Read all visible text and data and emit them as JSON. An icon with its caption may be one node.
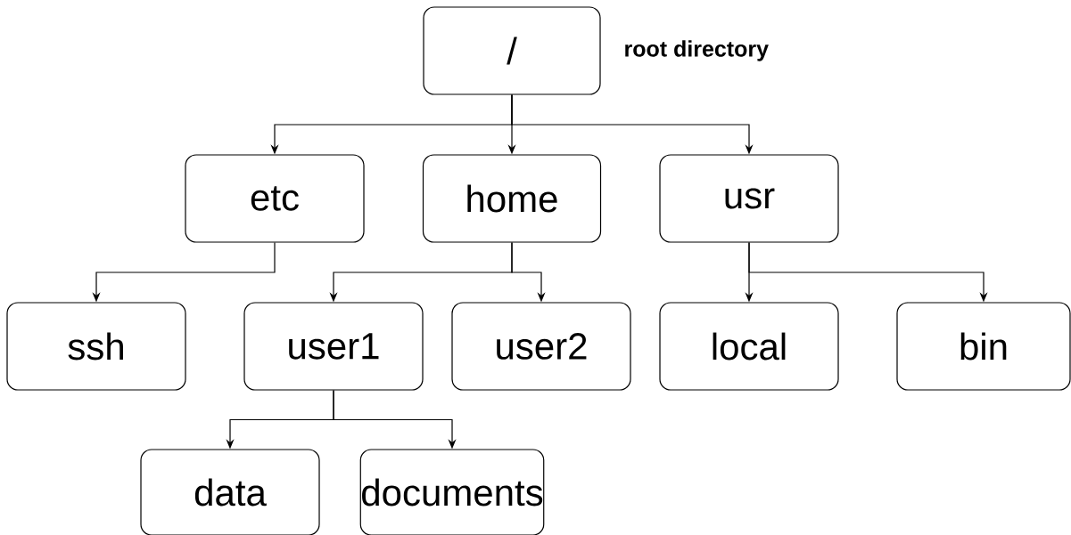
{
  "diagram": {
    "nodes": [
      {
        "text": [
          "/"
        ]
      },
      {
        "text": [
          "etc"
        ]
      },
      {
        "text": [
          "home"
        ]
      },
      {
        "text": [
          "usr"
        ]
      },
      {
        "text": [
          "ssh"
        ]
      },
      {
        "text": [
          "user1"
        ]
      },
      {
        "text": [
          "user2"
        ]
      },
      {
        "text": [
          "local"
        ]
      },
      {
        "text": [
          "bin"
        ]
      },
      {
        "text": [
          "data"
        ]
      },
      {
        "text": [
          "documents"
        ]
      }
    ],
    "edges": [
      {
        "from": 0,
        "to": 1,
        "arrow": "to"
      },
      {
        "from": 0,
        "to": 2,
        "arrow": "to"
      },
      {
        "from": 0,
        "to": 3,
        "arrow": "to"
      },
      {
        "from": 1,
        "to": 4,
        "arrow": "to"
      },
      {
        "from": 2,
        "to": 5,
        "arrow": "to"
      },
      {
        "from": 2,
        "to": 6,
        "arrow": "to"
      },
      {
        "from": 3,
        "to": 7,
        "arrow": "to"
      },
      {
        "from": 3,
        "to": 8,
        "arrow": "to"
      },
      {
        "from": 5,
        "to": 9,
        "arrow": "to"
      },
      {
        "from": 5,
        "to": 10,
        "arrow": "to"
      }
    ],
    "labels": [
      "**root directory**"
    ]
  }
}
